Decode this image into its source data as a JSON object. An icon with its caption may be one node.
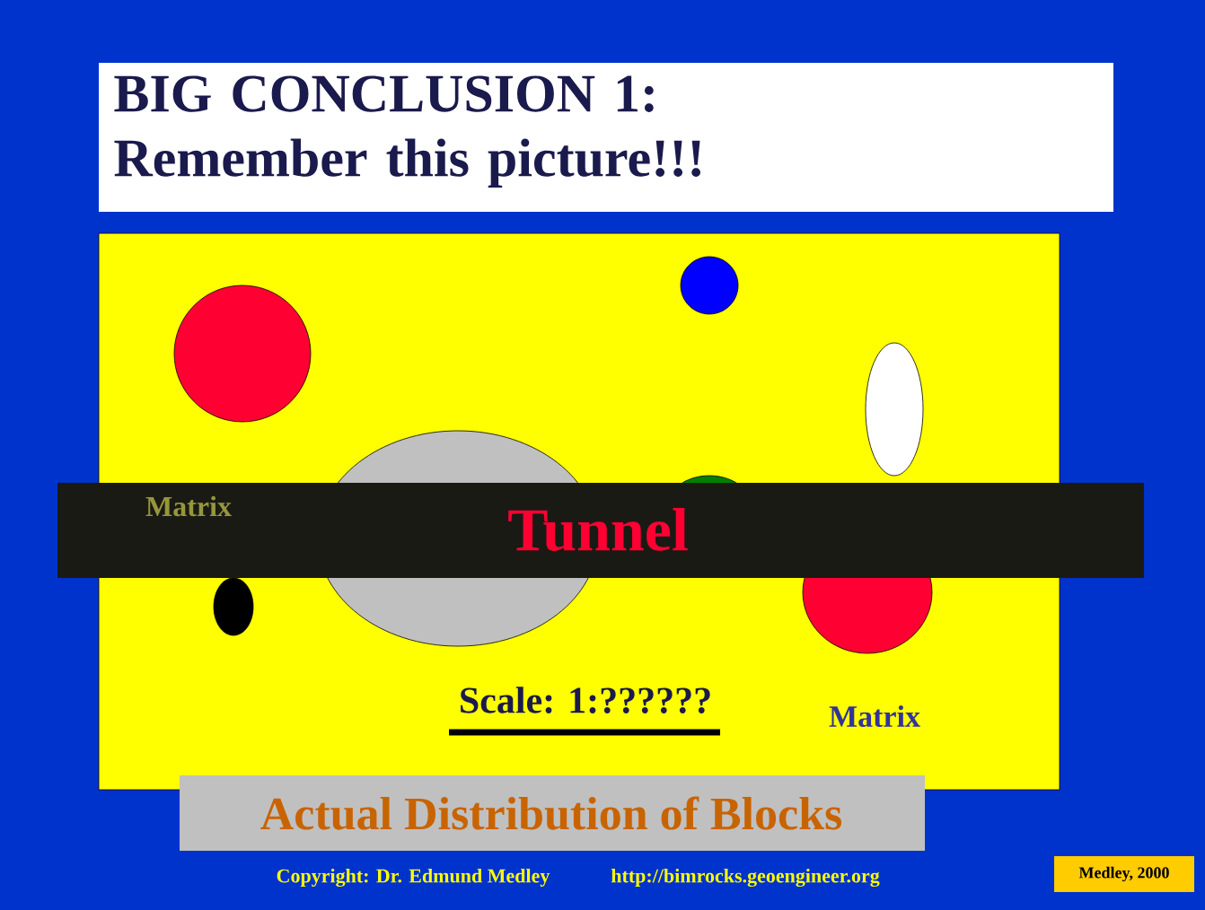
{
  "diagram": {
    "title": "BIG CONCLUSION 1: Remember this picture!!!",
    "labels": [
      "Matrix",
      "Tunnel",
      "Scale: 1:??????",
      "Matrix",
      "Actual Distribution of Blocks",
      "Copyright: Dr. Edmund Medley",
      "http://bimrocks.geoengineer.org",
      "Medley, 2000"
    ]
  }
}
